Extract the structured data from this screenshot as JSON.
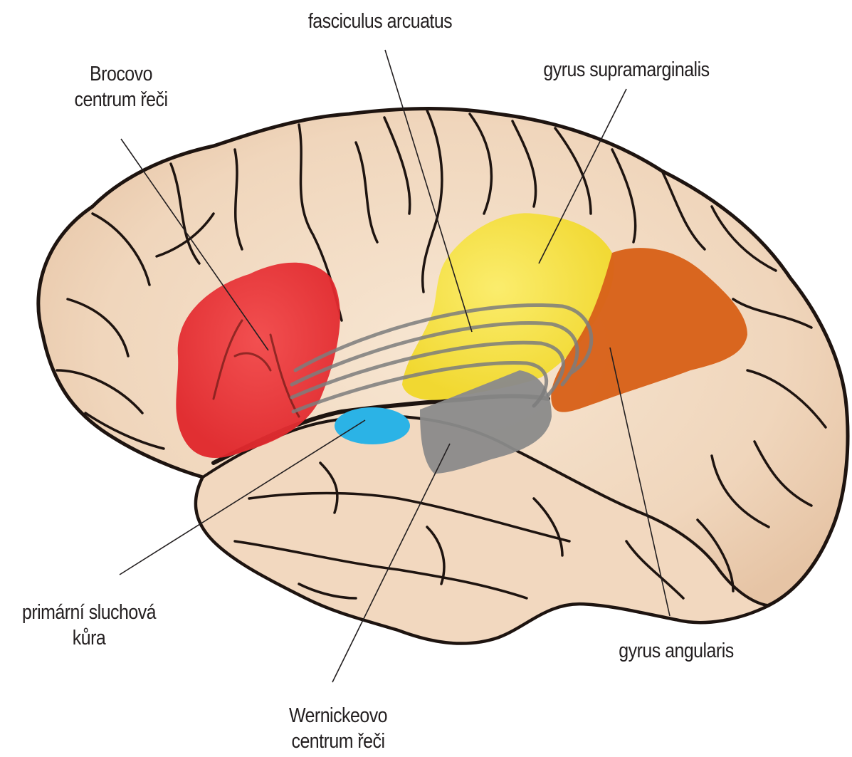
{
  "labels": {
    "fasciculus": "fasciculus arcuatus",
    "broca_line1": "Brocovo",
    "broca_line2": "centrum řeči",
    "supramarginal": "gyrus supramarginalis",
    "auditory_line1": "primární sluchová",
    "auditory_line2": "kůra",
    "angular": "gyrus angularis",
    "wernicke_line1": "Wernickeovo",
    "wernicke_line2": "centrum řeči"
  },
  "colors": {
    "brain": "#f3dcc4",
    "brain_outline": "#1e1410",
    "broca": "#e8262b",
    "supramarginal": "#f7e23c",
    "angular": "#d8621a",
    "auditory": "#2bb3e6",
    "wernicke": "#8a8a8a",
    "fasciculus": "#7d7d7d",
    "leader_lines": "#231f20"
  }
}
